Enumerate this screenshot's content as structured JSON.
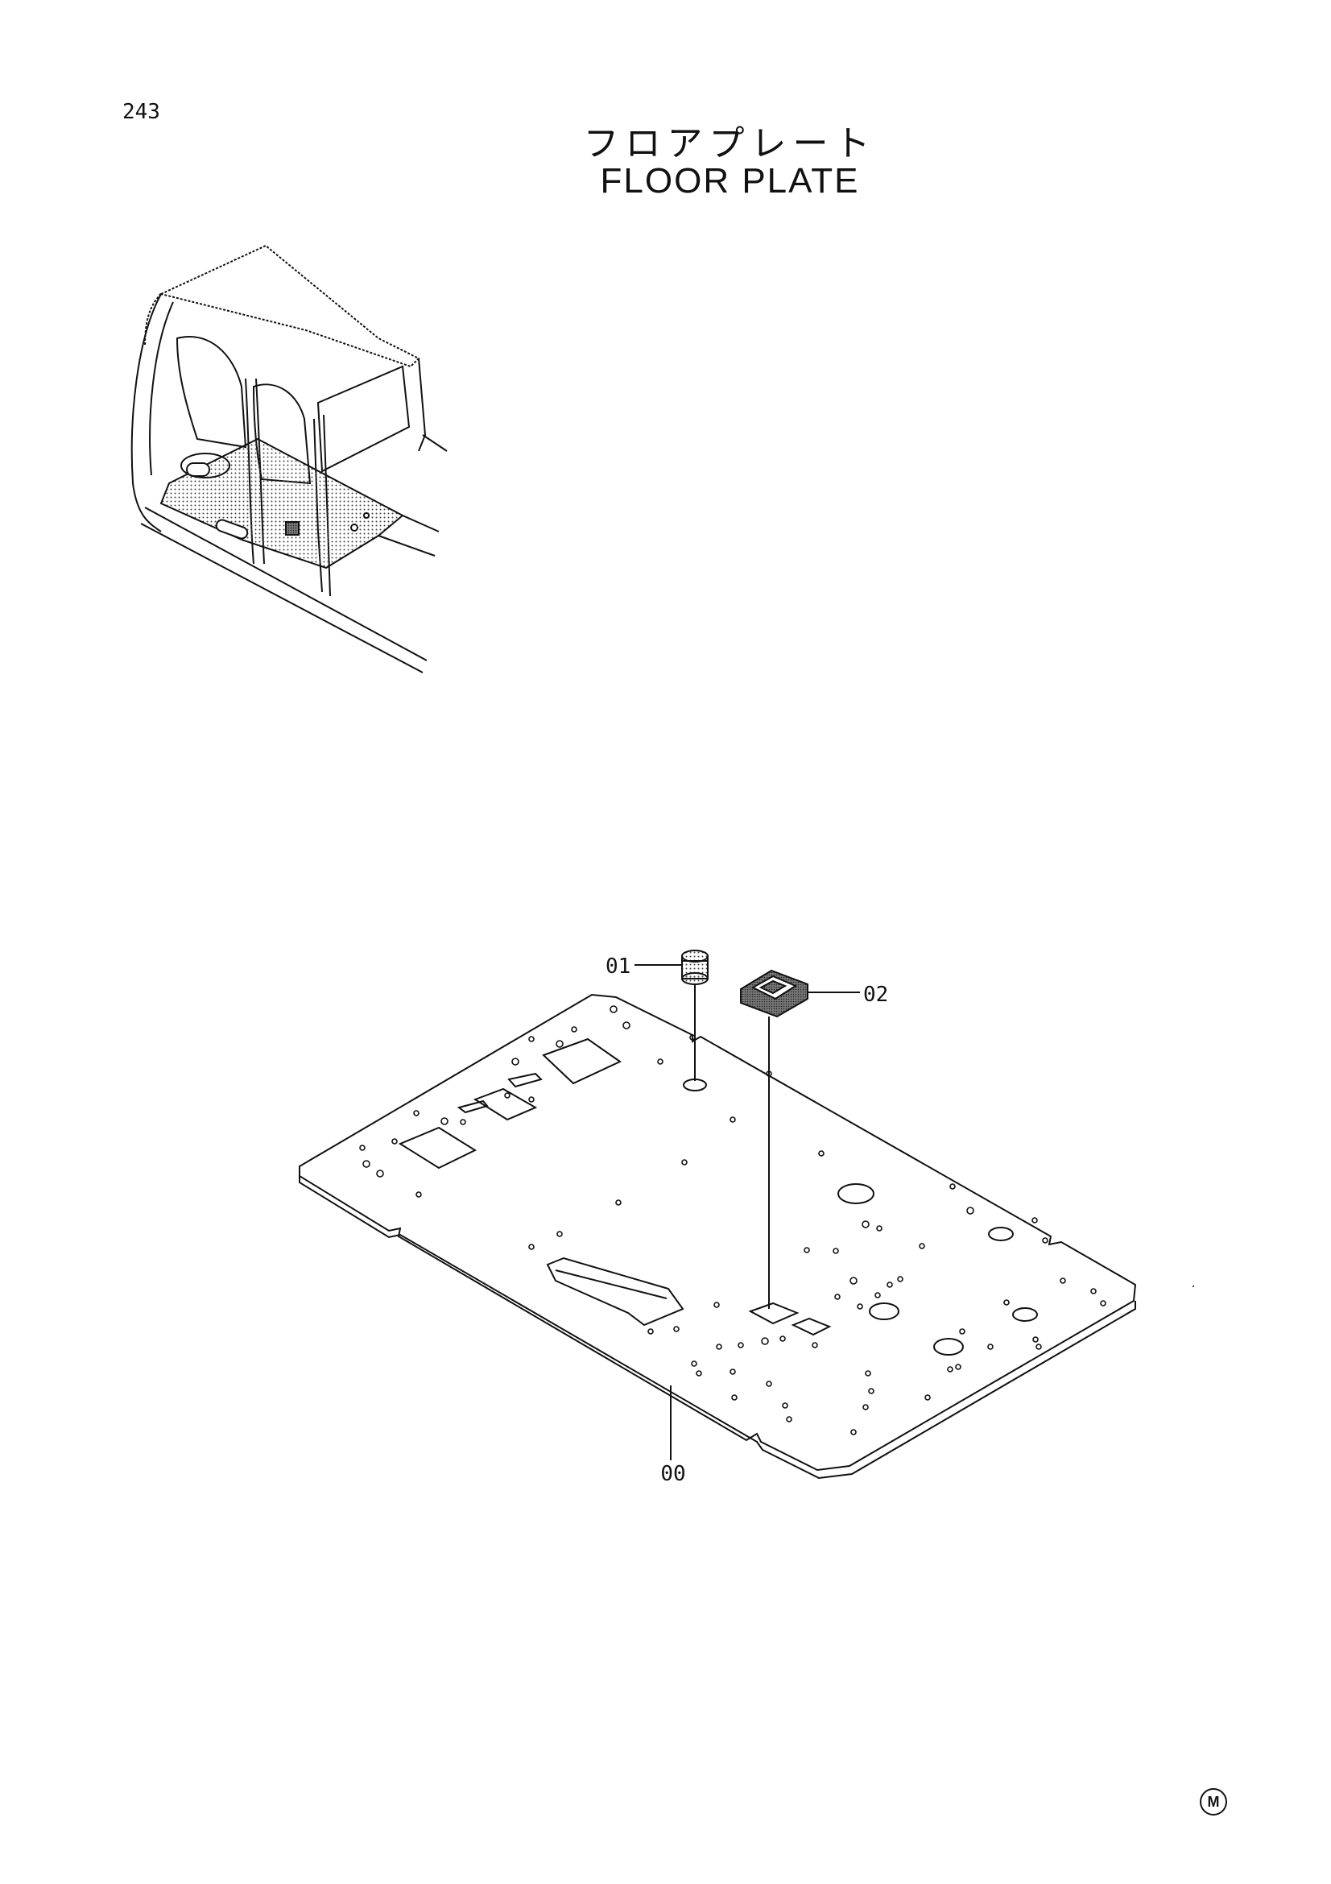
{
  "page": {
    "number": "243"
  },
  "title": {
    "japanese": "フロアプレート",
    "english": "FLOOR PLATE"
  },
  "callouts": [
    {
      "id": "00",
      "label": "00"
    },
    {
      "id": "01",
      "label": "01"
    },
    {
      "id": "02",
      "label": "02"
    }
  ],
  "footer": {
    "mark": "M"
  }
}
